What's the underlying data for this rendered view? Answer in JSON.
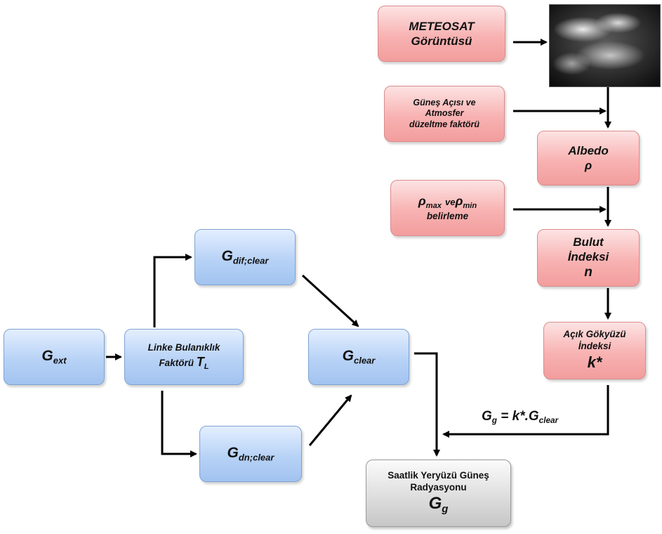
{
  "nodes": {
    "meteosat": {
      "line1": "METEOSAT",
      "line2": "Görüntüsü"
    },
    "gunes": {
      "line1": "Güneş Açısı ve",
      "line2": "Atmosfer",
      "line3": "düzeltme faktörü"
    },
    "albedo": {
      "line1": "Albedo",
      "symbol": "ρ"
    },
    "rhominmax": {
      "rho1": "ρ",
      "sub1": "max",
      "mid": "ve",
      "rho2": "ρ",
      "sub2": "min",
      "line2": "belirleme"
    },
    "bulut": {
      "line1": "Bulut",
      "line2": "İndeksi",
      "symbol": "n"
    },
    "acik": {
      "line1": "Açık Gökyüzü",
      "line2": "İndeksi",
      "symbol": "k*"
    },
    "gext": {
      "base": "G",
      "sub": "ext"
    },
    "linke": {
      "line1": "Linke Bulanıklık",
      "line2a": "Faktörü",
      "sym": "T",
      "sub": "L"
    },
    "gdif": {
      "base": "G",
      "sub": "dif;clear"
    },
    "gdn": {
      "base": "G",
      "sub": "dn;clear"
    },
    "gclear": {
      "base": "G",
      "sub": "clear"
    },
    "result": {
      "line1": "Saatlik Yeryüzü Güneş",
      "line2": "Radyasyonu",
      "base": "G",
      "sub": "g"
    }
  },
  "formula": {
    "lhs_base": "G",
    "lhs_sub": "g",
    "rhs": "= k*.G",
    "rhs_sub": "clear"
  },
  "image": {
    "icon": "meteosat-satellite-image"
  },
  "colors": {
    "blue_fill": "#b7d2f6",
    "red_fill": "#f8b2b2",
    "gray_fill": "#dedede",
    "arrow": "#000000"
  }
}
